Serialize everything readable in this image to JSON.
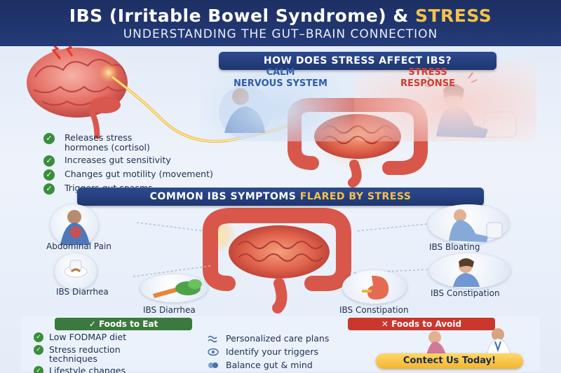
{
  "header": {
    "title_main": "IBS (Irritable Bowel Syndrome) & ",
    "title_stress": "STRESS",
    "subtitle": "UNDERSTANDING THE GUT–BRAIN CONNECTION"
  },
  "how_section": {
    "heading": "HOW DOES STRESS AFFECT IBS?",
    "calm_label_line1": "CALM",
    "calm_label_line2": "NERVOUS SYSTEM",
    "stress_label_line1": "STRESS",
    "stress_label_line2": "RESPONSE",
    "effects": [
      "Releases stress hormones (cortisol)",
      "Increases gut sensitivity",
      "Changes gut motility (movement)",
      "Triggers gut spasms"
    ]
  },
  "symptoms_section": {
    "heading_main": "COMMON IBS SYMPTOMS ",
    "heading_flared": "FLARED BY STRESS",
    "symptoms": {
      "abdominal_pain": "Abdominal Pain",
      "diarrhea_left": "IBS Diarrhea",
      "diarrhea_food": "IBS Diarrhea",
      "bloating": "IBS Bloating",
      "constipation_right": "IBS Constipation",
      "constipation_stomach": "IBS Constipation"
    }
  },
  "foods_to_eat": {
    "label": "✓ Foods to Eat",
    "items": [
      "Low FODMAP diet",
      "Stress reduction techniques",
      "Lifestyle changes"
    ]
  },
  "foods_to_avoid": {
    "label": "✕ Foods to Avoid"
  },
  "care": {
    "items": [
      "Personalized care plans",
      "Identify your triggers",
      "Balance gut & mind"
    ]
  },
  "contact_button": "Contect Us Today!",
  "colors": {
    "header_navy": "#1c2f63",
    "accent_gold": "#f4c24a",
    "calm_blue": "#2e5da8",
    "stress_red": "#d33a2f",
    "check_green": "#3a8d3c"
  }
}
